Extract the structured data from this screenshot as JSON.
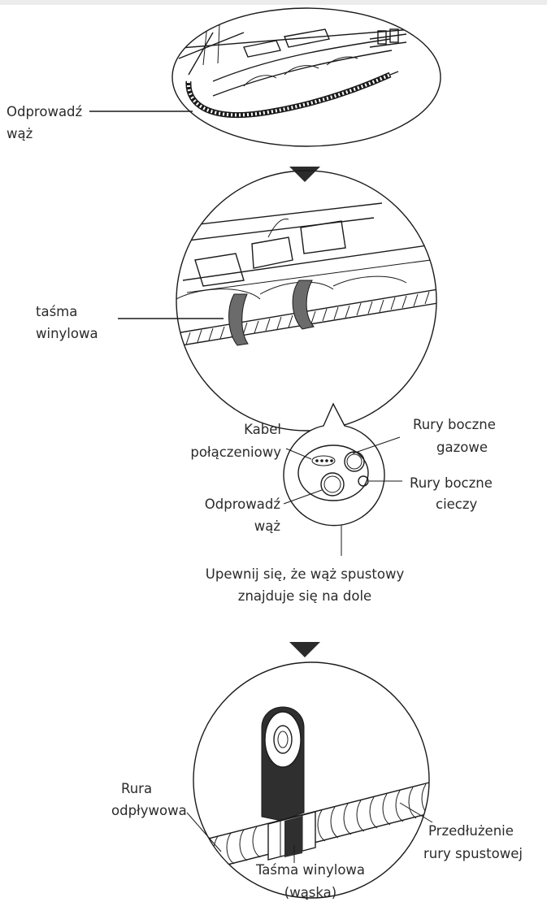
{
  "step1": {
    "label_drain_hose": [
      "Odprowadź",
      "wąż"
    ]
  },
  "step2": {
    "label_vinyl_tape": [
      "taśma",
      "winylowa"
    ],
    "label_cable": [
      "Kabel",
      "połączeniowy"
    ],
    "label_gas_pipes": [
      "Rury boczne",
      "gazowe"
    ],
    "label_liquid_pipes": [
      "Rury boczne",
      "cieczy"
    ],
    "label_drain_hose": [
      "Odprowadź",
      "wąż"
    ],
    "note": [
      "Upewnij się, że wąż spustowy",
      "znajduje się na dole"
    ]
  },
  "step3": {
    "label_drain_pipe": [
      "Rura",
      "odpływowa"
    ],
    "label_extension": [
      "Przedłużenie",
      "rury spustowej"
    ],
    "label_narrow_tape": [
      "Taśma winylowa",
      "(wąska)"
    ]
  },
  "colors": {
    "line": "#1a1a1a",
    "tape": "#6b6b6b",
    "tape_dark": "#2f2f2f",
    "text": "#2b2b2b"
  }
}
